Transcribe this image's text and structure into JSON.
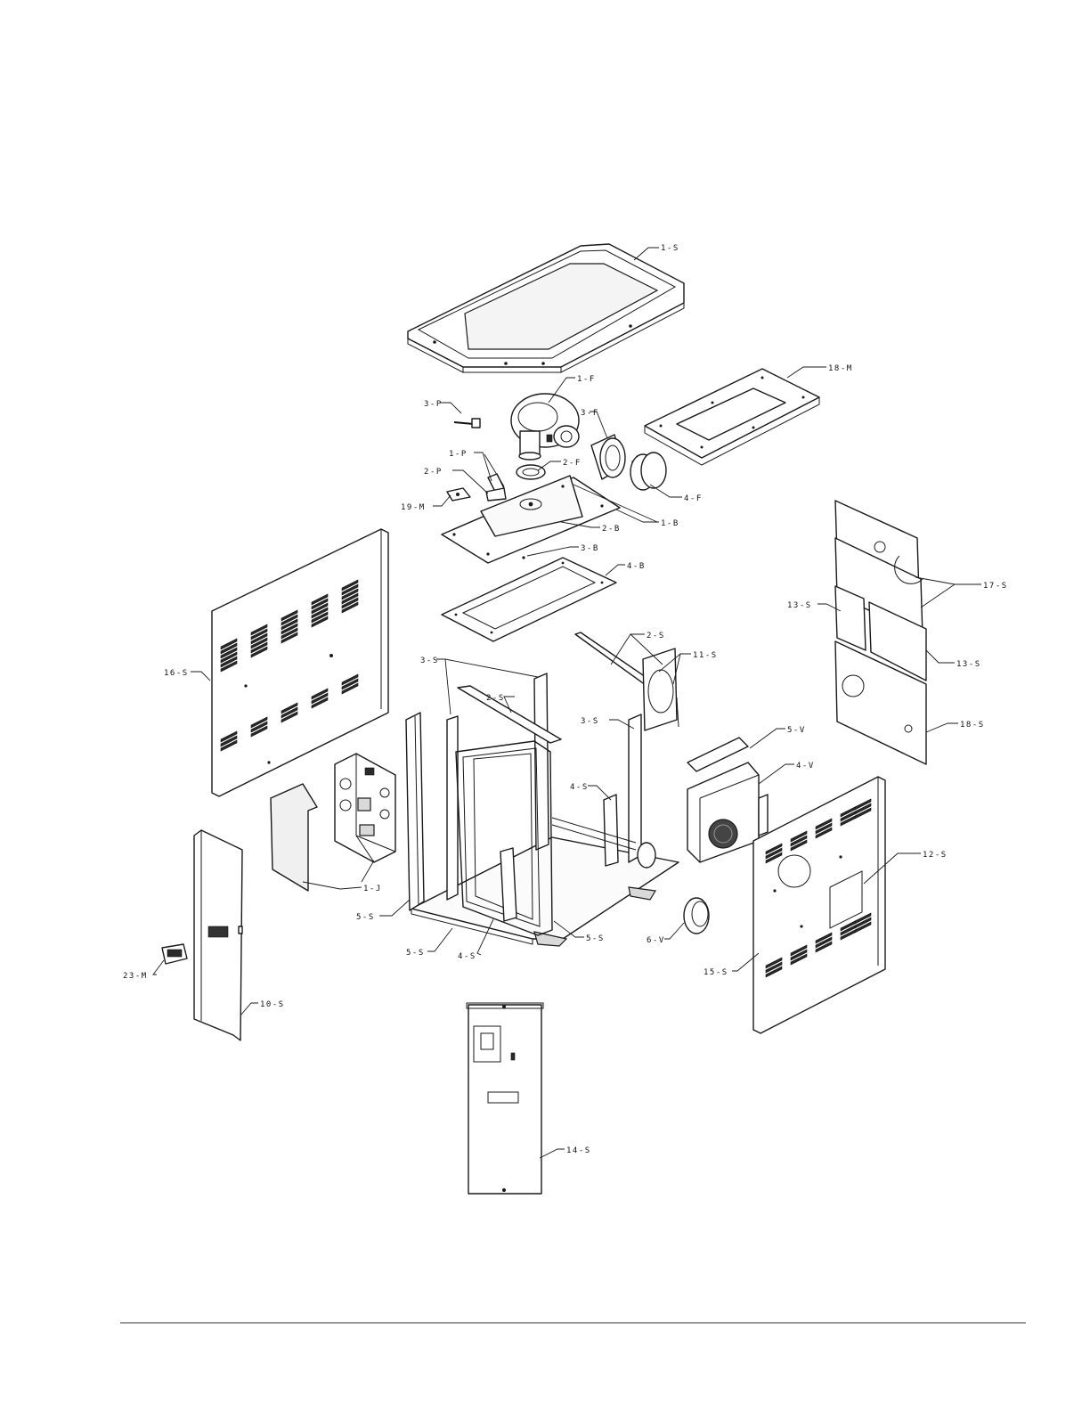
{
  "labels": {
    "l_1S": "1-S",
    "l_18M": "18-M",
    "l_1F": "1-F",
    "l_3P": "3-P",
    "l_3F": "3-F",
    "l_2F": "2-F",
    "l_1P": "1-P",
    "l_4F": "4-F",
    "l_2P": "2-P",
    "l_1B": "1-B",
    "l_19M": "19-M",
    "l_2B": "2-B",
    "l_3B": "3-B",
    "l_4B": "4-B",
    "l_17S": "17-S",
    "l_13S_a": "13-S",
    "l_13S_b": "13-S",
    "l_2S_a": "2-S",
    "l_11S": "11-S",
    "l_16S": "16-S",
    "l_3S_a": "3-S",
    "l_2S_b": "2-S",
    "l_18S": "18-S",
    "l_3S_b": "3-S",
    "l_5V": "5-V",
    "l_4V": "4-V",
    "l_4S_a": "4-S",
    "l_12S": "12-S",
    "l_1J": "1-J",
    "l_5S_a": "5-S",
    "l_6V": "6-V",
    "l_5S_b": "5-S",
    "l_5S_c": "5-S",
    "l_4S_b": "4-S",
    "l_15S": "15-S",
    "l_23M": "23-M",
    "l_10S": "10-S",
    "l_14S": "14-S"
  }
}
